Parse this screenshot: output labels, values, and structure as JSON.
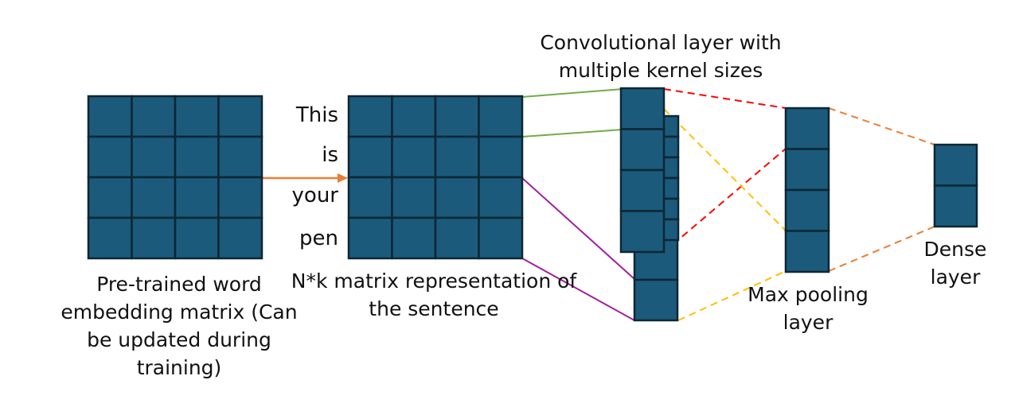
{
  "colors": {
    "cell_fill": "#1b5a7b",
    "cell_border": "#0c2735",
    "arrow": "#ed7d31",
    "green_line": "#70ad47",
    "purple_line": "#a020a0",
    "red_dash": "#ff0000",
    "yellow_dash": "#ffc000",
    "orange_dash": "#ed7d31"
  },
  "labels": {
    "embedding_matrix": [
      "Pre-trained word",
      "embedding matrix (Can",
      "be updated during",
      "training)"
    ],
    "sentence_matrix": [
      "N*k matrix representation of",
      "the sentence"
    ],
    "conv_layer": [
      "Convolutional layer with",
      "multiple kernel sizes"
    ],
    "max_pooling": [
      "Max pooling",
      "layer"
    ],
    "dense_layer": [
      "Dense",
      "layer"
    ]
  },
  "sentence_words": [
    "This",
    "is",
    "your",
    "pen"
  ]
}
